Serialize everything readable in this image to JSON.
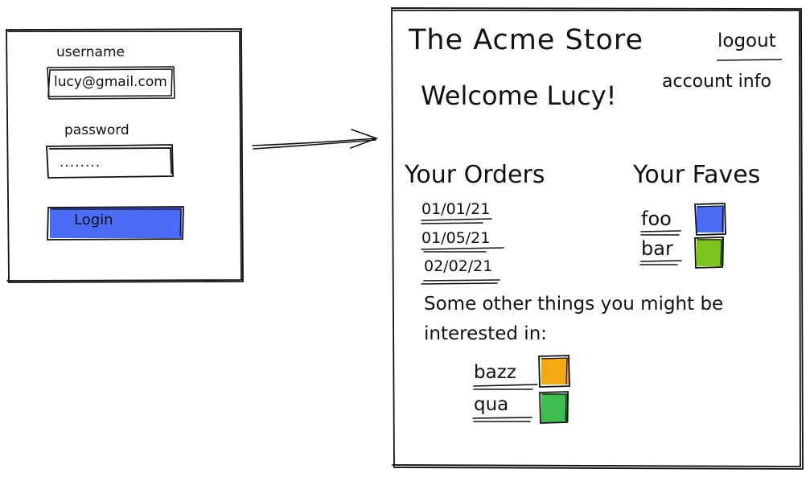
{
  "login": {
    "username_label": "username",
    "username_value": "lucy@gmail.com",
    "password_label": "password",
    "password_value": "........",
    "login_button": "Login"
  },
  "store": {
    "title": "The Acme Store",
    "logout": "logout",
    "account_info": "account info",
    "welcome": "Welcome Lucy!",
    "orders_heading": "Your Orders",
    "orders": [
      "01/01/21",
      "01/05/21",
      "02/02/21"
    ],
    "faves_heading": "Your Faves",
    "faves": [
      {
        "label": "foo",
        "color": "#4a6cf7"
      },
      {
        "label": "bar",
        "color": "#7ec41f"
      }
    ],
    "suggest_line1": "Some other things you might be",
    "suggest_line2": "interested in:",
    "suggestions": [
      {
        "label": "bazz",
        "color": "#f5a910"
      },
      {
        "label": "qua",
        "color": "#3dbf4e"
      }
    ]
  },
  "colors": {
    "login_button": "#4a6cf7",
    "stroke": "#111111"
  }
}
